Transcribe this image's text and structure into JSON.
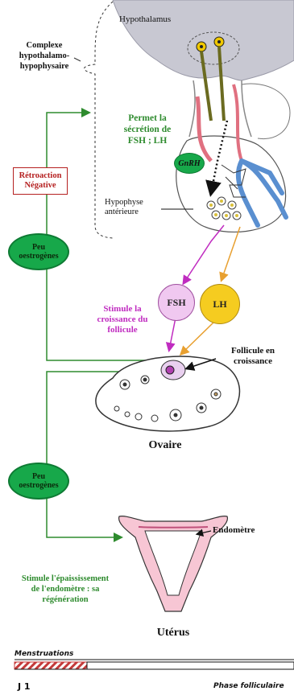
{
  "labels": {
    "hypothalamus": "Hypothalamus",
    "complexe_1": "Complexe",
    "complexe_2": "hypothalamo-",
    "complexe_3": "hypophysaire",
    "permet_1": "Permet la",
    "permet_2": "sécrétion de",
    "permet_3": "FSH ; LH",
    "gnrh": "GnRH",
    "retro_1": "Rétroaction",
    "retro_2": "Négative",
    "hypophyse_1": "Hypophyse",
    "hypophyse_2": "antérieure",
    "peu_1a": "Peu",
    "peu_1b": "oestrogènes",
    "fsh": "FSH",
    "lh": "LH",
    "stimule_1": "Stimule la",
    "stimule_2": "croissance du",
    "stimule_3": "follicule",
    "follicule_1": "Follicule en",
    "follicule_2": "croissance",
    "ovaire": "Ovaire",
    "peu_2a": "Peu",
    "peu_2b": "oestrogènes",
    "endometre": "Endomètre",
    "stim_endo_1": "Stimule l'épaississement",
    "stim_endo_2": "de l'endomètre : sa",
    "stim_endo_3": "régénération",
    "uterus": "Utérus"
  },
  "timeline": {
    "menstruations": "Menstruations",
    "day": "J 1",
    "phase": "Phase folliculaire"
  },
  "colors": {
    "green_arrow": "#2e8b2e",
    "magenta": "#c02cc0",
    "orange": "#e8a030",
    "fsh_fill": "#f0c8f0",
    "lh_fill": "#f5cc20",
    "oval_fill": "#17a84a",
    "retro_border": "#b52020"
  }
}
